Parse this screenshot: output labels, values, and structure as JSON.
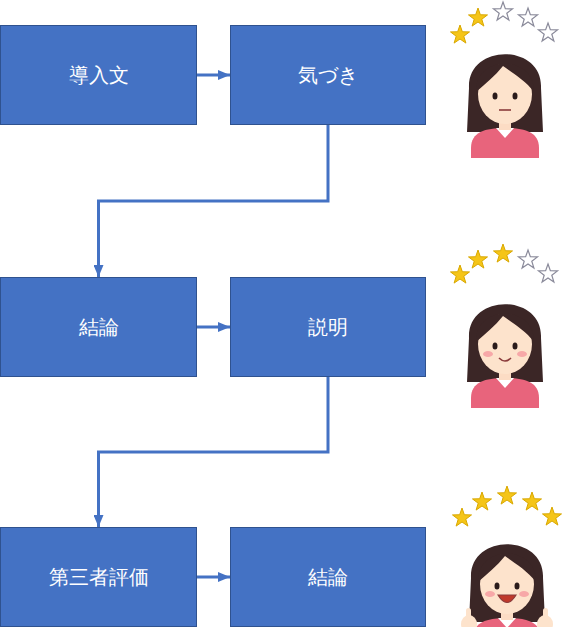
{
  "diagram": {
    "nodes": [
      {
        "text": [
          "導入文"
        ]
      },
      {
        "text": [
          "気づき"
        ]
      },
      {
        "text": [
          "結論"
        ]
      },
      {
        "text": [
          "説明"
        ]
      },
      {
        "text": [
          "第三者評価"
        ]
      },
      {
        "text": [
          "結論"
        ]
      }
    ],
    "edges": [
      {
        "from": 0,
        "to": 1,
        "arrow": "to"
      },
      {
        "from": 1,
        "to": 2,
        "arrow": "to"
      },
      {
        "from": 2,
        "to": 3,
        "arrow": "to"
      },
      {
        "from": 3,
        "to": 4,
        "arrow": "to"
      },
      {
        "from": 4,
        "to": 5,
        "arrow": "to"
      }
    ]
  }
}
